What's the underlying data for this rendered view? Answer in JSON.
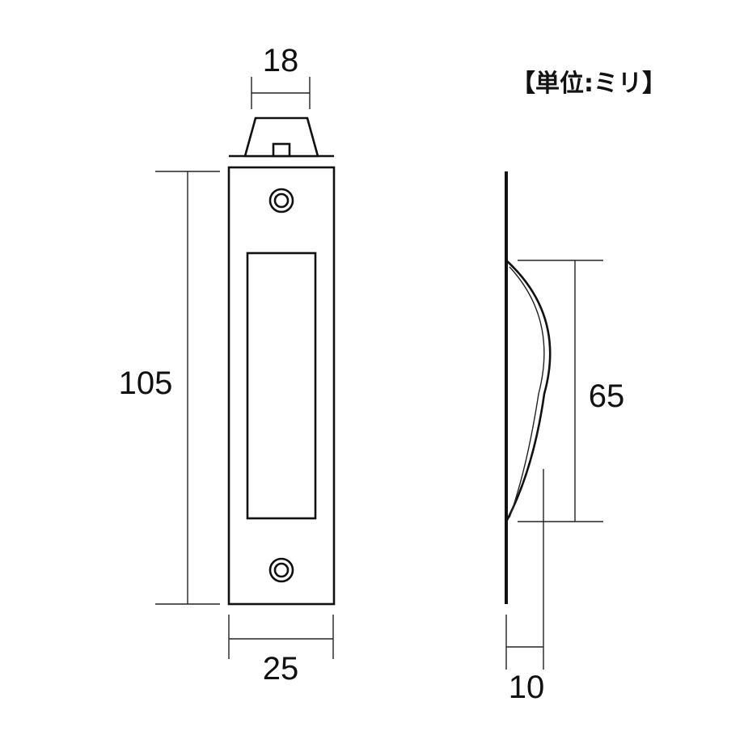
{
  "unit_label": "【単位:ミリ】",
  "dimensions": {
    "top_width": "18",
    "height": "105",
    "bottom_width": "25",
    "recess_height": "65",
    "depth": "10"
  }
}
